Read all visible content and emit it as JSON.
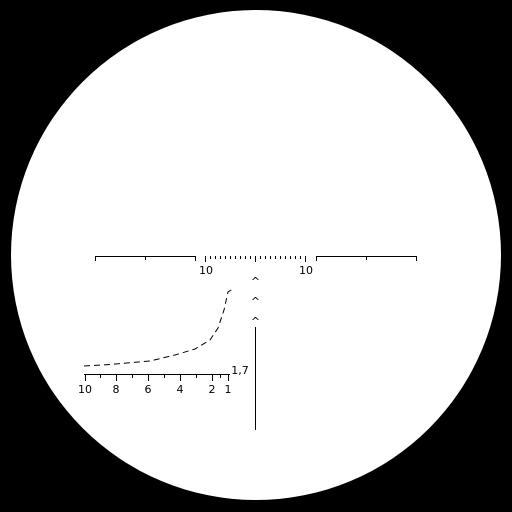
{
  "reticle": {
    "horizontal_scale": {
      "left_label": "10",
      "right_label": "10"
    },
    "chevrons": [
      "^",
      "^",
      "^"
    ],
    "range_scale": {
      "labels": [
        "10",
        "8",
        "6",
        "4",
        "2",
        "1"
      ],
      "target_height_label": "1,7"
    }
  },
  "colors": {
    "background": "#000000",
    "field_of_view": "#ffffff",
    "reticle": "#000000"
  }
}
